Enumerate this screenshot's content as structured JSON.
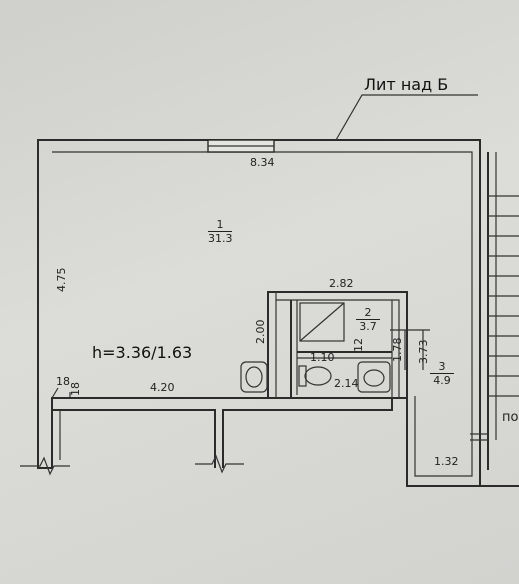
{
  "plan": {
    "title": "Лит над Б",
    "height_note": "h=3.36/1.63",
    "partial_label": "по"
  },
  "rooms": [
    {
      "number": "1",
      "area": "31.3"
    },
    {
      "number": "2",
      "area": "3.7"
    },
    {
      "number": "3",
      "area": "4.9"
    }
  ],
  "dimensions": {
    "top_width": "8.34",
    "left_height": "4.75",
    "bath_width": "2.82",
    "bath_block_height": "2.00",
    "bottom_left_width": "4.20",
    "wc_width": "1.10",
    "bath_depth": "2.14",
    "corridor_short": "1.78",
    "corridor_long": "3.73",
    "corridor_width": "1.32",
    "small_a": "12",
    "small_b": "18",
    "small_c": "18"
  }
}
